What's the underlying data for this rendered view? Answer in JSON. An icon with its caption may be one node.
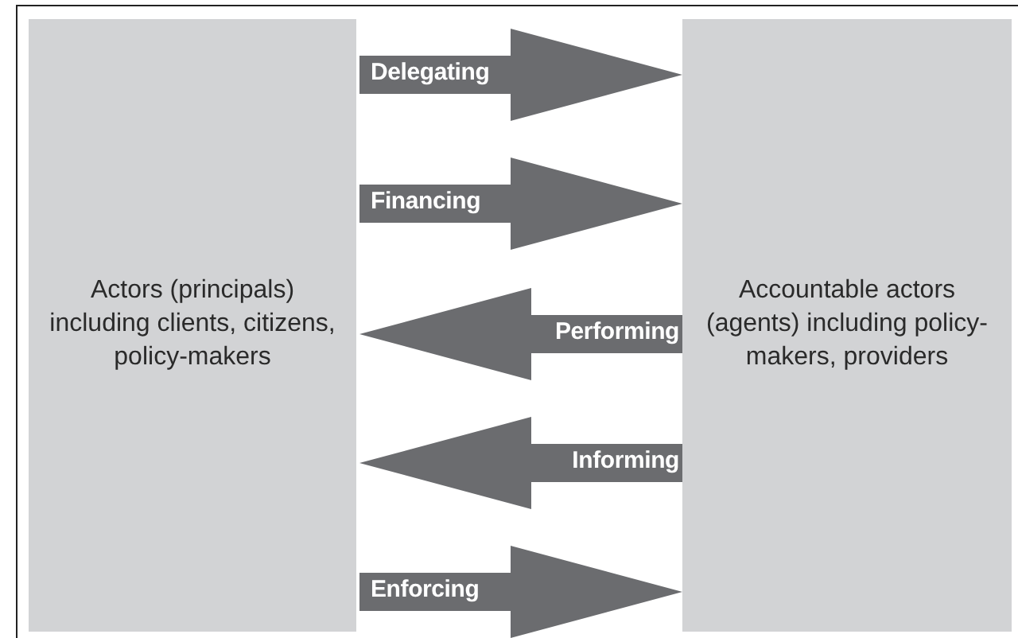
{
  "diagram": {
    "nodes": [
      {
        "text": [
          "Actors (principals) including clients, citizens, policy-makers"
        ]
      },
      {
        "text": [
          "Accountable actors (agents) including policy-makers, providers"
        ]
      }
    ],
    "edges": [
      {
        "from": 0,
        "to": 1,
        "arrow": "to",
        "label": "Delegating"
      },
      {
        "from": 0,
        "to": 1,
        "arrow": "to",
        "label": "Financing"
      },
      {
        "from": 1,
        "to": 0,
        "arrow": "to",
        "label": "Performing"
      },
      {
        "from": 1,
        "to": 0,
        "arrow": "to",
        "label": "Informing"
      },
      {
        "from": 0,
        "to": 1,
        "arrow": "to",
        "label": "Enforcing"
      }
    ]
  }
}
